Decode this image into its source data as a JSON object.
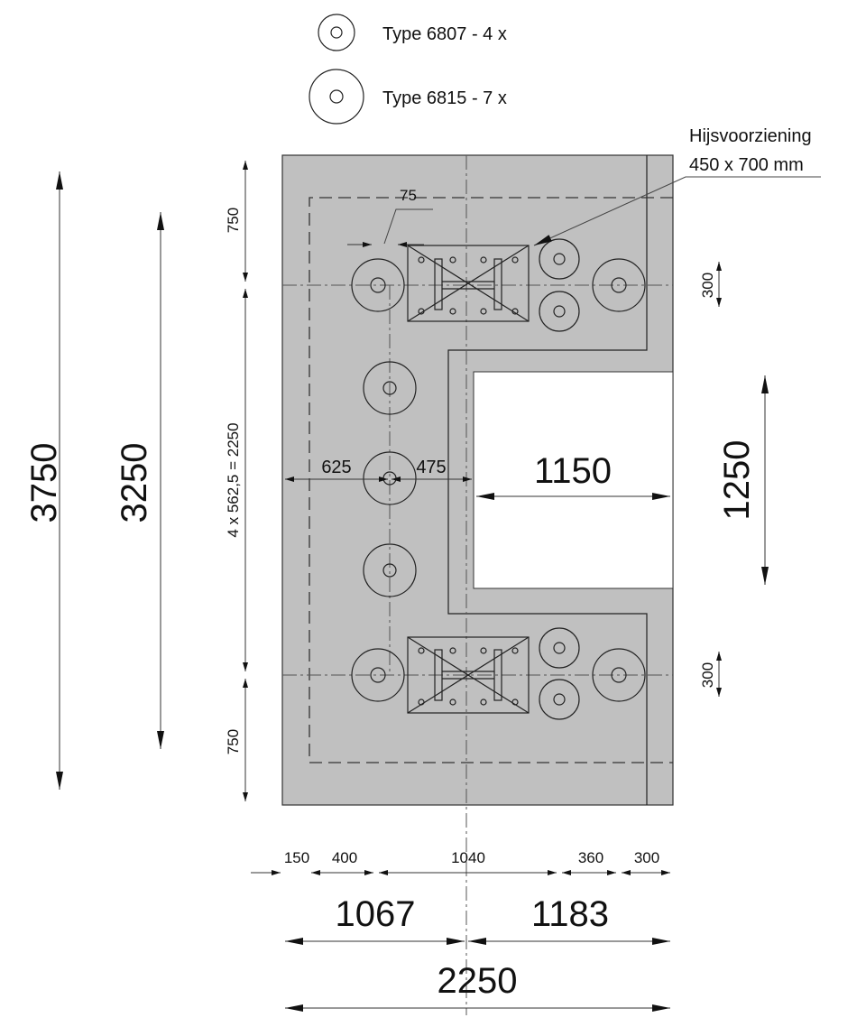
{
  "legend": [
    {
      "label": "Type 6807 - 4 x",
      "symbol": "small-anchor-circle"
    },
    {
      "label": "Type 6815 - 7 x",
      "symbol": "large-anchor-circle"
    }
  ],
  "callout": {
    "line1": "Hijsvoorziening",
    "line2": "450 x 700 mm"
  },
  "colors": {
    "plate": "#c0c0c0",
    "cutout": "#ffffff",
    "line": "#222222"
  },
  "dimensions": {
    "left_total": "3750",
    "left_inner": "3250",
    "left_top": "750",
    "left_mid": "4 x 562,5 = 2250",
    "left_bottom": "750",
    "right_top": "300",
    "right_opening": "1250",
    "right_bottom": "300",
    "plate_offset": "75",
    "h_625": "625",
    "h_475": "475",
    "opening_width": "1150",
    "bottom_row": [
      "150",
      "400",
      "1040",
      "360",
      "300"
    ],
    "bottom_left": "1067",
    "bottom_right": "1183",
    "bottom_total": "2250"
  }
}
